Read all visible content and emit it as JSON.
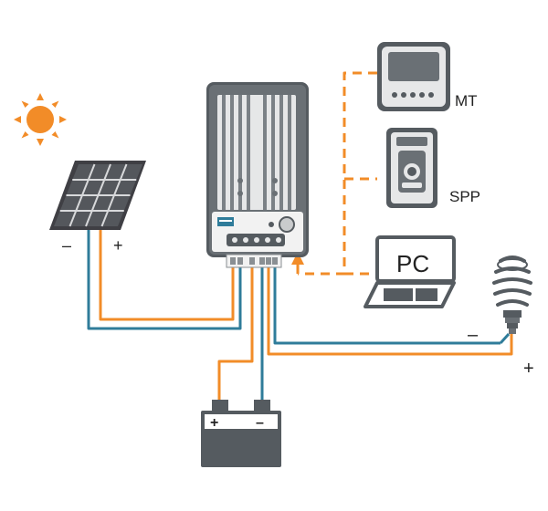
{
  "labels": {
    "mt": "MT",
    "spp": "SPP",
    "pc": "PC",
    "panel_minus": "–",
    "panel_plus": "+",
    "battery_plus": "+",
    "battery_minus": "–",
    "load_minus": "–",
    "load_plus": "+"
  },
  "colors": {
    "orange_wire": "#f28c28",
    "blue_wire": "#2f7c9a",
    "comm_dashed": "#f28c28",
    "device_body": "#555b60",
    "device_light": "#e6e7e8",
    "sun": "#f28c28"
  },
  "icons": {
    "sun": "sun-icon",
    "panel": "solar-panel-icon",
    "controller": "charge-controller-icon",
    "mt": "meter-display-icon",
    "spp": "surge-protector-icon",
    "pc": "laptop-icon",
    "bulb": "light-bulb-icon",
    "battery": "battery-icon"
  }
}
